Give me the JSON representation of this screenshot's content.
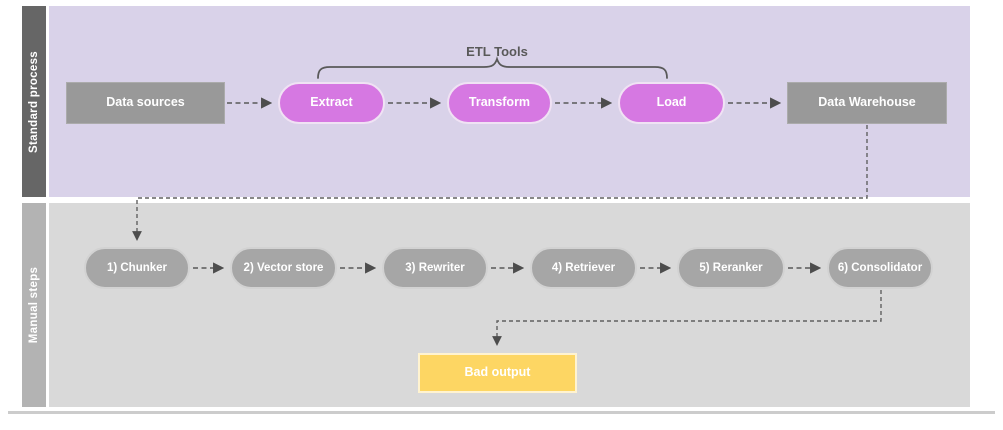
{
  "diagram": {
    "annotation": {
      "etl_tools": "ETL Tools"
    },
    "lanes": [
      {
        "label": "Standard process"
      },
      {
        "label": "Manual steps"
      }
    ],
    "standard_process": {
      "data_sources": "Data sources",
      "extract": "Extract",
      "transform": "Transform",
      "load": "Load",
      "data_warehouse": "Data Warehouse"
    },
    "manual_steps": {
      "chunker": "1) Chunker",
      "vector_store": "2) Vector store",
      "rewriter": "3) Rewriter",
      "retriever": "4) Retriever",
      "reranker": "5) Reranker",
      "consolidator": "6) Consolidator",
      "bad_output": "Bad output"
    },
    "colors": {
      "standard_lane_bg": "#d9d2e9",
      "standard_lane_bar": "#666666",
      "manual_lane_bg": "#d9d9d9",
      "manual_lane_bar": "#b3b3b3",
      "process_box": "#999999",
      "etl_pill": "#d678e2",
      "manual_pill": "#a6a6a6",
      "bad_output_box": "#fdd663",
      "connector": "#595959"
    }
  }
}
